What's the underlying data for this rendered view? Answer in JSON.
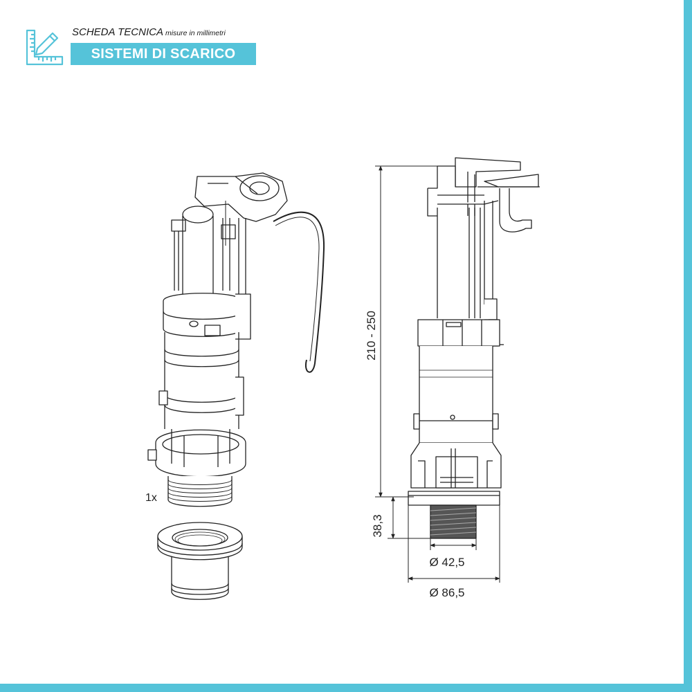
{
  "header": {
    "title": "SCHEDA TECNICA",
    "subtitle": "misure in millimetri",
    "badge": "SISTEMI DI SCARICO",
    "accent_color": "#55c3d9",
    "icon": "ruler-pencil-icon"
  },
  "perspective_view": {
    "quantity_label": "1x"
  },
  "dimensions": {
    "height": "210 - 250",
    "thread_length": "38,3",
    "inner_diameter": "Ø 42,5",
    "outer_diameter": "Ø 86,5"
  }
}
